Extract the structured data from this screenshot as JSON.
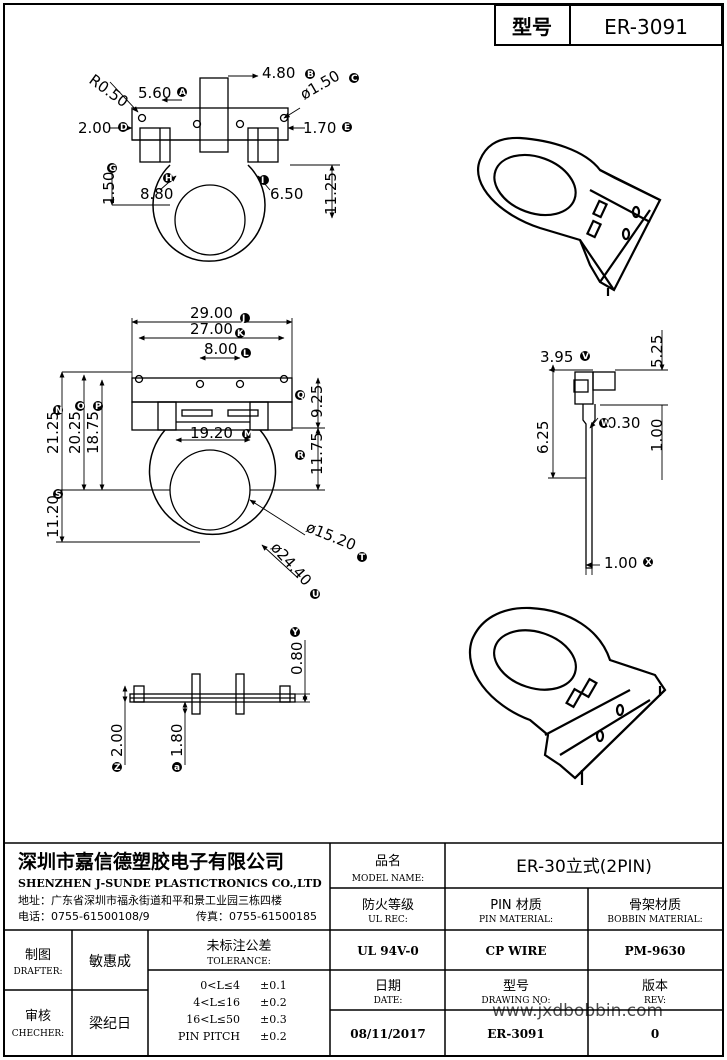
{
  "header": {
    "label_model": "型号",
    "value_model": "ER-3091"
  },
  "company": {
    "name_cn": "深圳市嘉信德塑胶电子有限公司",
    "name_en": "SHENZHEN J-SUNDE PLASTICTRONICS CO.,LTD",
    "address": "地址：广东省深圳市福永街道和平和景工业园三栋四楼",
    "phone": "电话：0755-61500108/9",
    "fax": "传真：0755-61500185"
  },
  "fields": {
    "model_name_cn": "品名",
    "model_name_en": "MODEL NAME:",
    "model_name_value": "ER-30立式(2PIN)",
    "ul_cn": "防火等级",
    "ul_en": "UL REC:",
    "ul_value": "UL 94V-0",
    "pin_cn": "PIN 材质",
    "pin_en": "PIN MATERIAL:",
    "pin_value": "CP WIRE",
    "bobbin_cn": "骨架材质",
    "bobbin_en": "BOBBIN MATERIAL:",
    "bobbin_value": "PM-9630",
    "date_cn": "日期",
    "date_en": "DATE:",
    "date_value": "08/11/2017",
    "drawing_cn": "型号",
    "drawing_en": "DRAWING NO:",
    "drawing_value": "ER-3091",
    "rev_cn": "版本",
    "rev_en": "REV:",
    "rev_value": "0"
  },
  "people": {
    "drafter_cn": "制图",
    "drafter_en": "DRAFTER:",
    "drafter_name": "敏惠成",
    "checker_cn": "审核",
    "checker_en": "CHECHER:",
    "checker_name": "梁纪日"
  },
  "tolerance": {
    "title_cn": "未标注公差",
    "title_en": "TOLERANCE:",
    "rows": [
      {
        "range": "0<L≤4",
        "tol": "±0.1"
      },
      {
        "range": "4<L≤16",
        "tol": "±0.2"
      },
      {
        "range": "16<L≤50",
        "tol": "±0.3"
      },
      {
        "range": "PIN PITCH",
        "tol": "±0.2"
      }
    ]
  },
  "dimensions": {
    "top": [
      "R0.50",
      "5.60",
      "4.80",
      "ø1.50",
      "2.00",
      "1.70",
      "1.50",
      "8.80",
      "6.50",
      "11.25"
    ],
    "front": [
      "29.00",
      "27.00",
      "8.00",
      "21.25",
      "20.25",
      "18.75",
      "9.25",
      "19.20",
      "11.75",
      "11.20",
      "ø15.20",
      "ø24.40"
    ],
    "side": [
      "3.95",
      "5.25",
      "6.25",
      "0.30",
      "1.00",
      "1.00"
    ],
    "bottom": [
      "0.80",
      "2.00",
      "1.80"
    ]
  },
  "watermark": "www.jxdbobbin.com"
}
